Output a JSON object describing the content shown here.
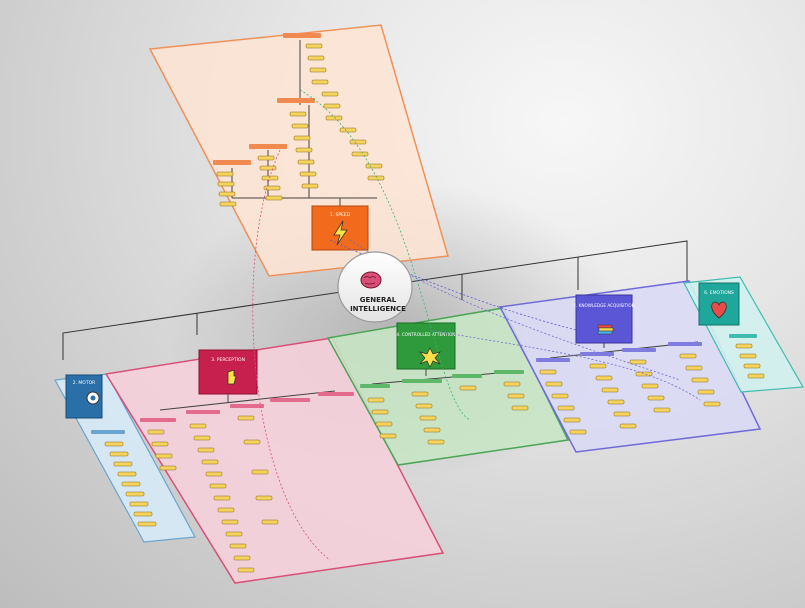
{
  "center": {
    "line1": "GENERAL",
    "line2": "INTELLIGENCE"
  },
  "categories": {
    "speed": {
      "label": "1. SPEED",
      "color": "#f26a1b",
      "icon": "lightning-icon"
    },
    "motor": {
      "label": "2. MOTOR",
      "color": "#2a6fa8",
      "icon": "gear-icon"
    },
    "perception": {
      "label": "3. PERCEPTION",
      "color": "#c8204e",
      "icon": "hand-icon"
    },
    "attention": {
      "label": "4. CONTROLLED ATTENTION",
      "color": "#2f9a3c",
      "icon": "burst-icon"
    },
    "knowledge": {
      "label": "5. KNOWLEDGE ACQUISITION",
      "color": "#5b56d6",
      "icon": "books-icon"
    },
    "emotions": {
      "label": "6. EMOTIONS",
      "color": "#1fa79b",
      "icon": "heart-icon"
    }
  },
  "colors": {
    "speed_panel": "#fde4d2",
    "motor_panel": "#d6eaf7",
    "perception_panel": "#f8d0dc",
    "attention_panel": "#c8e6c6",
    "knowledge_panel": "#d9d9f6",
    "emotions_panel": "#d2f1ee",
    "card_yellow": "#f4d35e"
  }
}
